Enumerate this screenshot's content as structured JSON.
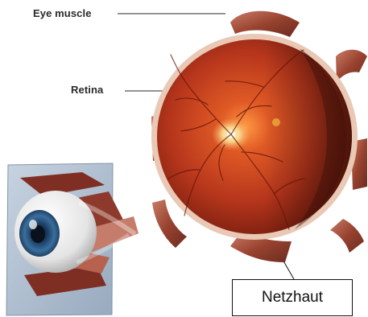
{
  "labels": {
    "eye_muscle": "Eye muscle",
    "retina": "Retina",
    "callout": "Netzhaut"
  },
  "colors": {
    "retina_red": "#b5381e",
    "muscle_red": "#8e3b2b",
    "sclera": "#e9c8b5",
    "iris_blue": "#2d5f8d",
    "panel_blue": "#aebfd2",
    "optic_disc": "#f7d98f"
  }
}
